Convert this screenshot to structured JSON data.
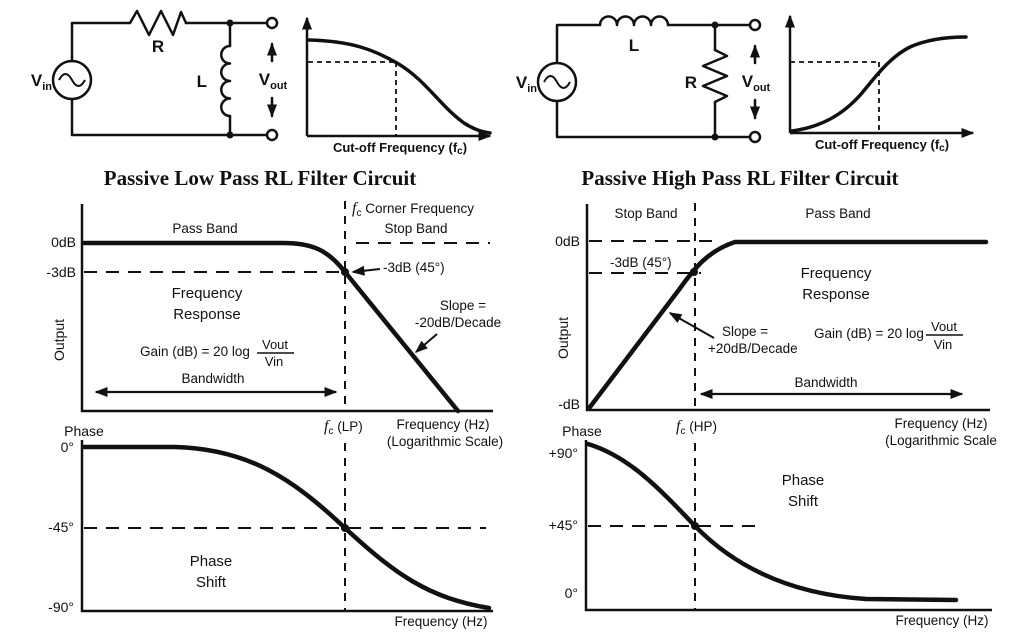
{
  "colors": {
    "ink": "#111111",
    "background": "#ffffff"
  },
  "titles": {
    "low_pass": "Passive Low Pass RL Filter Circuit",
    "high_pass": "Passive High Pass RL Filter Circuit"
  },
  "circuit_low": {
    "vin_main": "V",
    "vin_sub": "in",
    "resistor": "R",
    "inductor": "L",
    "vout_main": "V",
    "vout_sub": "out"
  },
  "circuit_high": {
    "vin_main": "V",
    "vin_sub": "in",
    "resistor": "R",
    "inductor": "L",
    "vout_main": "V",
    "vout_sub": "out"
  },
  "mini_graph": {
    "caption_pre": "Cut-off Frequency (f",
    "caption_sub": "c",
    "caption_post": ")"
  },
  "lp_freq": {
    "y0": "0dB",
    "y3": "-3dB",
    "yaxis": "Output",
    "pass_band": "Pass Band",
    "stop_band": "Stop Band",
    "corner_f": "f",
    "corner_sub": "c",
    "corner_rest": " Corner Frequency",
    "point": "-3dB (45°)",
    "slope1": "Slope =",
    "slope2": "-20dB/Decade",
    "resp1": "Frequency",
    "resp2": "Response",
    "gain_pre": "Gain (dB) = 20 log",
    "gain_num": "Vout",
    "gain_den": "Vin",
    "bandwidth": "Bandwidth",
    "fc_f": "f",
    "fc_sub": "c",
    "fc_rest": " (LP)",
    "x1": "Frequency (Hz)",
    "x2": "(Logarithmic Scale)"
  },
  "lp_phase": {
    "yaxis": "Phase",
    "t0": "0°",
    "t45": "-45°",
    "t90": "-90°",
    "shift1": "Phase",
    "shift2": "Shift",
    "x": "Frequency (Hz)"
  },
  "hp_freq": {
    "y0": "0dB",
    "ybot": "-dB",
    "yaxis": "Output",
    "pass_band": "Pass Band",
    "stop_band": "Stop Band",
    "point": "-3dB (45°)",
    "slope1": "Slope =",
    "slope2": "+20dB/Decade",
    "resp1": "Frequency",
    "resp2": "Response",
    "gain_pre": "Gain (dB) = 20 log",
    "gain_num": "Vout",
    "gain_den": "Vin",
    "bandwidth": "Bandwidth",
    "fc_f": "f",
    "fc_sub": "c",
    "fc_rest": " (HP)",
    "x1": "Frequency (Hz)",
    "x2": "(Logarithmic Scale"
  },
  "hp_phase": {
    "yaxis": "Phase",
    "t90": "+90°",
    "t45": "+45°",
    "t0": "0°",
    "shift1": "Phase",
    "shift2": "Shift",
    "x": "Frequency (Hz)"
  }
}
